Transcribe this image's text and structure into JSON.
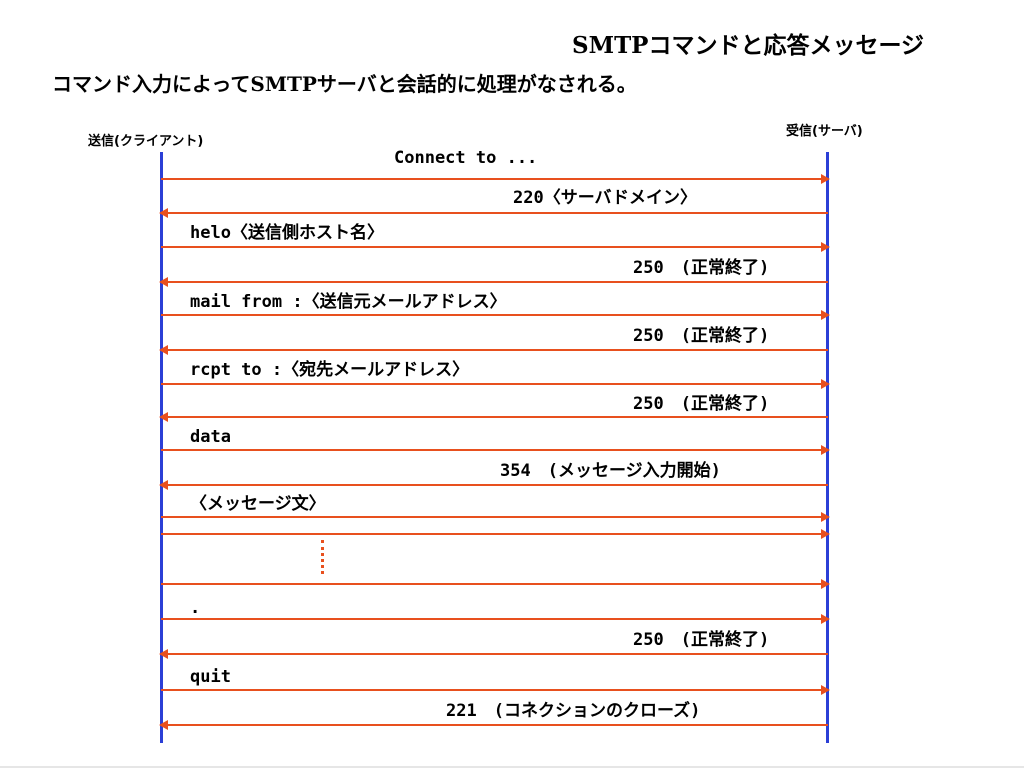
{
  "title": "SMTPコマンドと応答メッセージ",
  "subtitle": "コマンド入力によってSMTPサーバと会話的に処理がなされる。",
  "sender": "送信(クライアント)",
  "receiver": "受信(サーバ)",
  "messages": [
    {
      "text": "Connect to ...",
      "direction": "right"
    },
    {
      "text": "220〈サーバドメイン〉",
      "direction": "left"
    },
    {
      "text": "helo〈送信側ホスト名〉",
      "direction": "right"
    },
    {
      "text": "250　(正常終了)",
      "direction": "left"
    },
    {
      "text": "mail from :〈送信元メールアドレス〉",
      "direction": "right"
    },
    {
      "text": "250　(正常終了)",
      "direction": "left"
    },
    {
      "text": "rcpt to :〈宛先メールアドレス〉",
      "direction": "right"
    },
    {
      "text": "250　(正常終了)",
      "direction": "left"
    },
    {
      "text": "data",
      "direction": "right"
    },
    {
      "text": "354　(メッセージ入力開始)",
      "direction": "left"
    },
    {
      "text": "〈メッセージ文〉",
      "direction": "right"
    },
    {
      "text": "",
      "direction": "right"
    },
    {
      "text": "",
      "direction": "right"
    },
    {
      "text": ".",
      "direction": "right"
    },
    {
      "text": "250　(正常終了)",
      "direction": "left"
    },
    {
      "text": "quit",
      "direction": "right"
    },
    {
      "text": "221　(コネクションのクローズ)",
      "direction": "left"
    }
  ],
  "colors": {
    "arrow": "#e8501e",
    "lifeline": "#2b3fd6"
  }
}
